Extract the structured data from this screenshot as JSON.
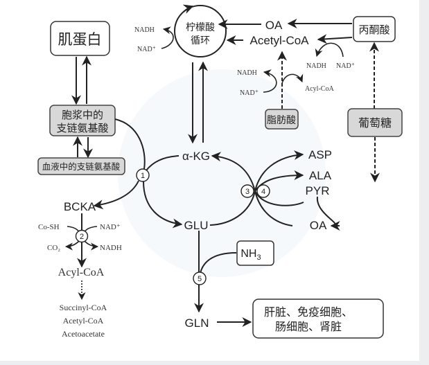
{
  "nodes": {
    "myoprotein": "肌蛋白",
    "tca_line1": "柠檬酸",
    "tca_line2": "循环",
    "tca_nadh": "NADH",
    "tca_nad": "NAD⁺",
    "oa_top": "OA",
    "acetyl_coa_top": "Acetyl-CoA",
    "pyruvate": "丙酮酸",
    "pdh_nadh": "NADH",
    "pdh_nad": "NAD⁺",
    "fa_nadh": "NADH",
    "fa_nad": "NAD⁺",
    "fa_acyl_coa": "Acyl-CoA",
    "fatty_acid": "脂肪酸",
    "glucose": "葡萄糖",
    "cyto_bcaa_line1": "胞浆中的",
    "cyto_bcaa_line2": "支链氨基酸",
    "blood_bcaa": "血液中的支链氨基酸",
    "akg": "α-KG",
    "asp": "ASP",
    "ala": "ALA",
    "pyr": "PYR",
    "bcka": "BCKA",
    "glu": "GLU",
    "oa_bottom": "OA",
    "cosh": "Co-SH",
    "bckd_nad": "NAD⁺",
    "co2": "CO₂",
    "bckd_nadh": "NADH",
    "acyl_coa": "Acyl-CoA",
    "succinyl_coa": "Succinyl-CoA",
    "acetyl_coa_bottom": "Acetyl-CoA",
    "acetoacetate": "Acetoacetate",
    "nh3": "NH",
    "nh3_sub": "3",
    "gln": "GLN",
    "targets_line1": "肝脏、免疫细胞、",
    "targets_line2": "肠细胞、肾脏"
  },
  "steps": [
    "1",
    "2",
    "3",
    "4",
    "5"
  ]
}
